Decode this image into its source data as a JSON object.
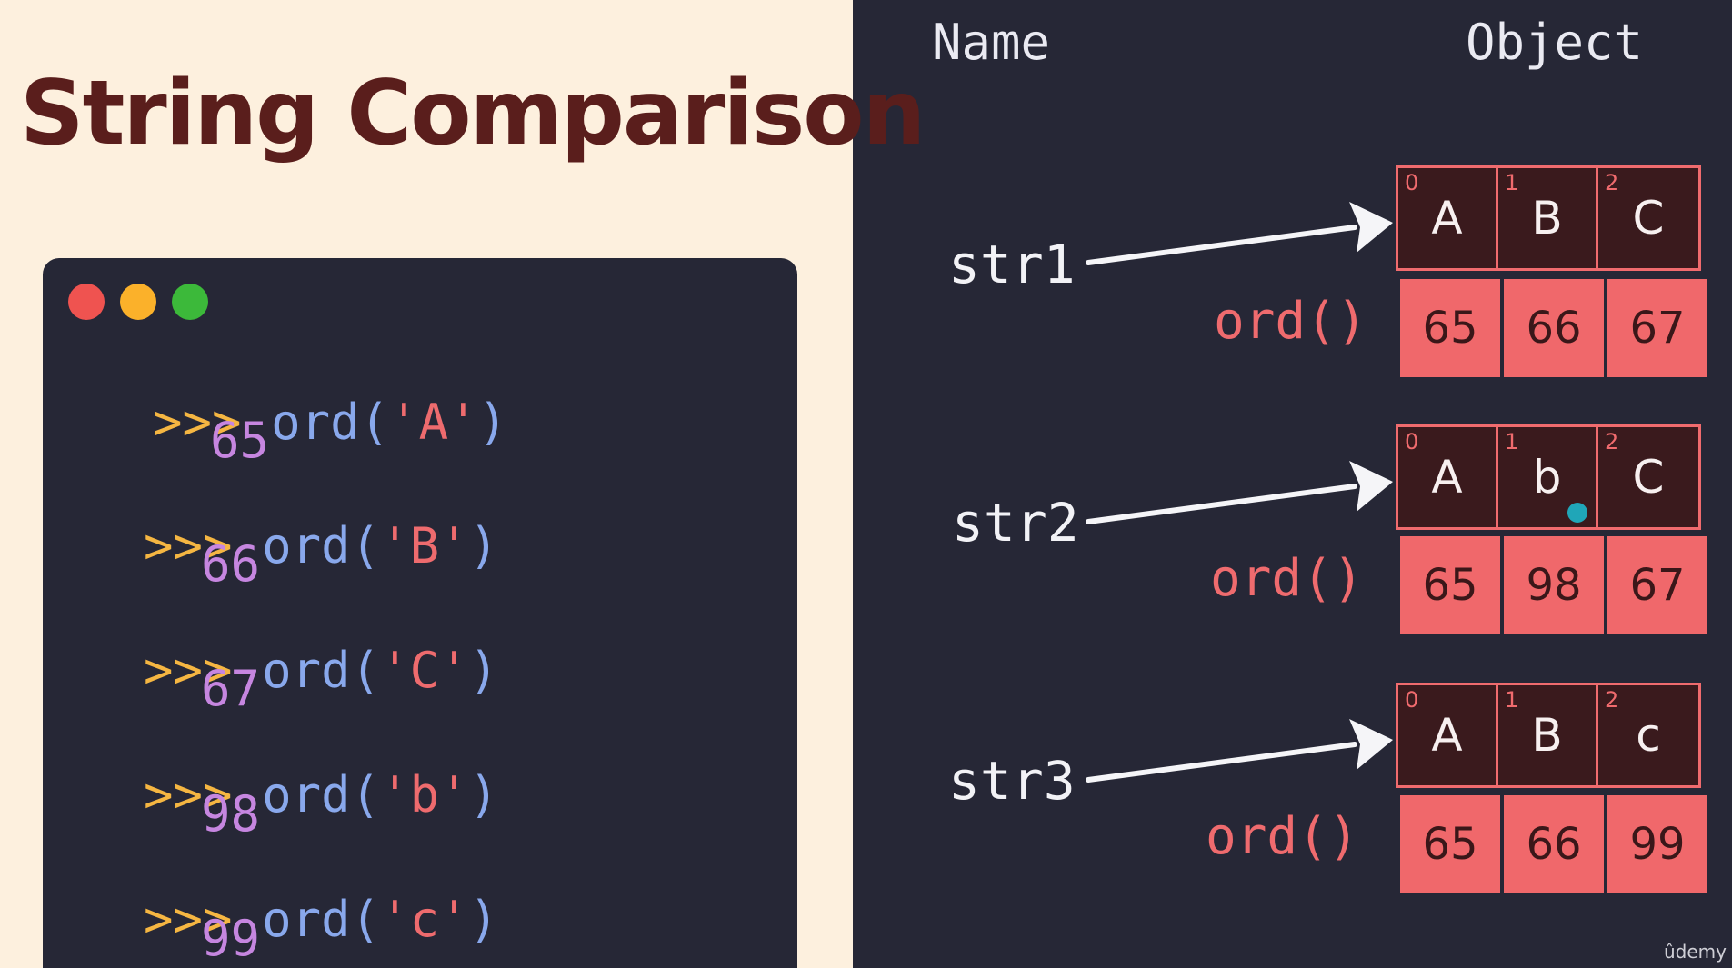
{
  "title": "String Comparison",
  "terminal": {
    "lines": [
      {
        "prompt": ">>>",
        "fn_open": "ord(",
        "arg": "'A'",
        "fn_close": ")",
        "output": "65"
      },
      {
        "prompt": ">>>",
        "fn_open": "ord(",
        "arg": "'B'",
        "fn_close": ")",
        "output": "66"
      },
      {
        "prompt": ">>>",
        "fn_open": "ord(",
        "arg": "'C'",
        "fn_close": ")",
        "output": "67"
      },
      {
        "prompt": ">>>",
        "fn_open": "ord(",
        "arg": "'b'",
        "fn_close": ")",
        "output": "98"
      },
      {
        "prompt": ">>>",
        "fn_open": "ord(",
        "arg": "'c'",
        "fn_close": ")",
        "output": "99"
      }
    ],
    "dot_colors": {
      "red": "#ef5350",
      "yellow": "#fbb12a",
      "green": "#3cb93a"
    }
  },
  "diagram": {
    "header_name": "Name",
    "header_object": "Object",
    "ord_label": "ord()",
    "strings": [
      {
        "name": "str1",
        "chars": [
          {
            "index": "0",
            "char": "A"
          },
          {
            "index": "1",
            "char": "B"
          },
          {
            "index": "2",
            "char": "C"
          }
        ],
        "ords": [
          "65",
          "66",
          "67"
        ]
      },
      {
        "name": "str2",
        "chars": [
          {
            "index": "0",
            "char": "A"
          },
          {
            "index": "1",
            "char": "b"
          },
          {
            "index": "2",
            "char": "C"
          }
        ],
        "ords": [
          "65",
          "98",
          "67"
        ]
      },
      {
        "name": "str3",
        "chars": [
          {
            "index": "0",
            "char": "A"
          },
          {
            "index": "1",
            "char": "B"
          },
          {
            "index": "2",
            "char": "c"
          }
        ],
        "ords": [
          "65",
          "66",
          "99"
        ]
      }
    ]
  },
  "watermark": "ûdemy",
  "colors": {
    "left_background": "#fdf0de",
    "dark_background": "#262736",
    "title": "#5a1e1c",
    "accent_red": "#f06b6e",
    "prompt_yellow": "#f5b642",
    "function_blue": "#89a8ec",
    "output_purple": "#c686e0",
    "cursor": "#20a6b8"
  }
}
